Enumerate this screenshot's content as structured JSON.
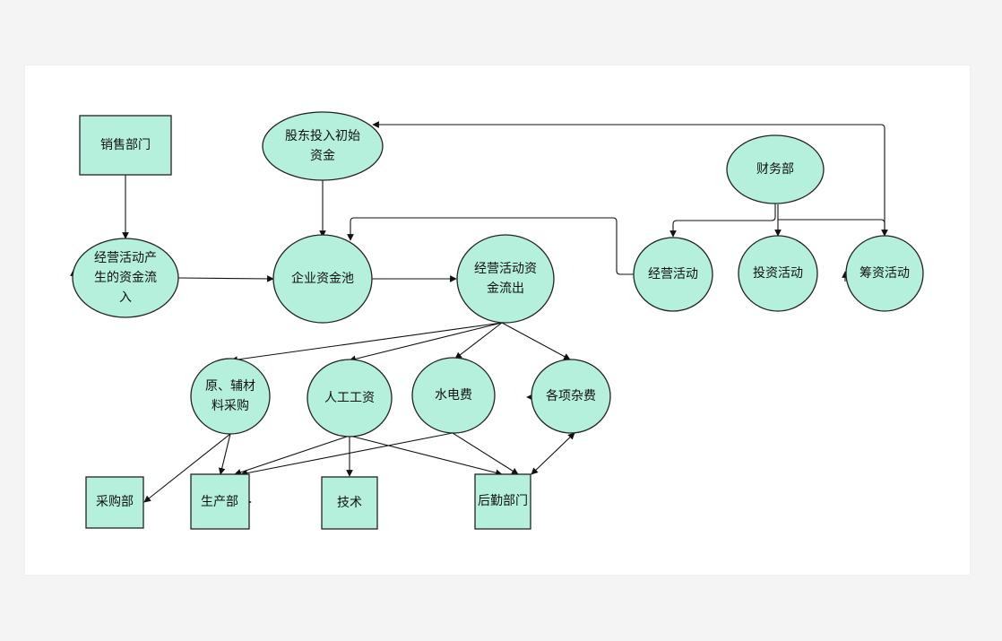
{
  "colors": {
    "node_fill": "#b5f0dc",
    "node_stroke": "#222222",
    "edge": "#111111"
  },
  "nodes": {
    "sales_dept": {
      "label": [
        "销售部门"
      ]
    },
    "shareholder_funds": {
      "label": [
        "股东投入初始",
        "资金"
      ]
    },
    "finance_dept": {
      "label": [
        "财务部"
      ]
    },
    "operating_inflow": {
      "label": [
        "经营活动产",
        "生的资金流",
        "入"
      ]
    },
    "fund_pool": {
      "label": [
        "企业资金池"
      ]
    },
    "operating_outflow": {
      "label": [
        "经营活动资",
        "金流出"
      ]
    },
    "operating_activities": {
      "label": [
        "经营活动"
      ]
    },
    "investing_activities": {
      "label": [
        "投资活动"
      ]
    },
    "financing_activities": {
      "label": [
        "筹资活动"
      ]
    },
    "raw_materials": {
      "label": [
        "原、辅材",
        "料采购"
      ]
    },
    "labor_wages": {
      "label": [
        "人工工资"
      ]
    },
    "utilities": {
      "label": [
        "水电费"
      ]
    },
    "misc_expenses": {
      "label": [
        "各项杂费"
      ]
    },
    "purchasing_dept": {
      "label": [
        "采购部"
      ]
    },
    "production_dept": {
      "label": [
        "生产部"
      ]
    },
    "technology": {
      "label": [
        "技术"
      ]
    },
    "logistics_dept": {
      "label": [
        "后勤部门"
      ]
    }
  }
}
